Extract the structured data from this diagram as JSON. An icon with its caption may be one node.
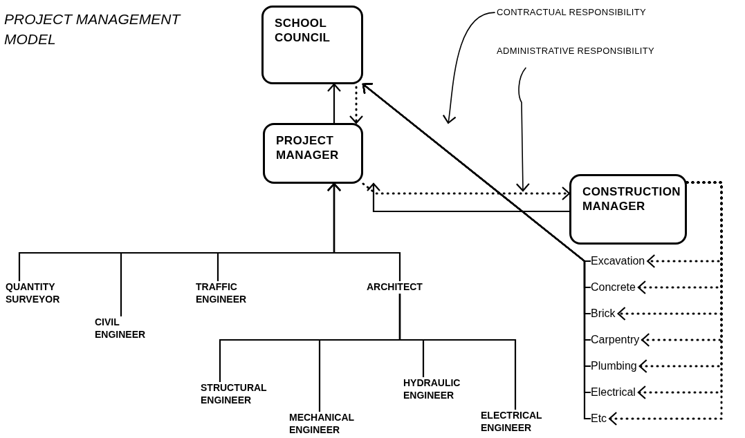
{
  "diagram": {
    "title": "PROJECT MANAGEMENT MODEL",
    "nodes": [
      {
        "text": [
          "SCHOOL COUNCIL"
        ]
      },
      {
        "text": [
          "PROJECT MANAGER"
        ]
      },
      {
        "text": [
          "CONSTRUCTION MANAGER"
        ]
      },
      {
        "text": [
          "QUANTITY SURVEYOR"
        ]
      },
      {
        "text": [
          "CIVIL ENGINEER"
        ]
      },
      {
        "text": [
          "TRAFFIC ENGINEER"
        ]
      },
      {
        "text": [
          "ARCHITECT"
        ]
      },
      {
        "text": [
          "STRUCTURAL ENGINEER"
        ]
      },
      {
        "text": [
          "MECHANICAL ENGINEER"
        ]
      },
      {
        "text": [
          "HYDRAULIC ENGINEER"
        ]
      },
      {
        "text": [
          "ELECTRICAL ENGINEER"
        ]
      },
      {
        "text": [
          "Excavation"
        ]
      },
      {
        "text": [
          "Concrete"
        ]
      },
      {
        "text": [
          "Brick"
        ]
      },
      {
        "text": [
          "Carpentry"
        ]
      },
      {
        "text": [
          "Plumbing"
        ]
      },
      {
        "text": [
          "Electrical"
        ]
      },
      {
        "text": [
          "Etc"
        ]
      },
      {
        "text": [
          "CONTRACTUAL RESPONSIBILITY"
        ]
      },
      {
        "text": [
          "ADMINISTRATIVE RESPONSIBILITY"
        ]
      }
    ],
    "edges": [
      {
        "from": 1,
        "to": 0,
        "arrow": "to"
      },
      {
        "from": 0,
        "to": 1,
        "arrow": "to",
        "style": "dashed"
      },
      {
        "from": 11,
        "to": 0,
        "arrow": "to"
      },
      {
        "from": 12,
        "to": 0,
        "arrow": "to"
      },
      {
        "from": 13,
        "to": 0,
        "arrow": "to"
      },
      {
        "from": 14,
        "to": 0,
        "arrow": "to"
      },
      {
        "from": 15,
        "to": 0,
        "arrow": "to"
      },
      {
        "from": 16,
        "to": 0,
        "arrow": "to"
      },
      {
        "from": 17,
        "to": 0,
        "arrow": "to"
      },
      {
        "from": 2,
        "to": 1,
        "arrow": "to"
      },
      {
        "from": 1,
        "to": 2,
        "arrow": "to",
        "style": "dashed"
      },
      {
        "from": 3,
        "to": 1,
        "arrow": "to"
      },
      {
        "from": 4,
        "to": 1,
        "arrow": "to"
      },
      {
        "from": 5,
        "to": 1,
        "arrow": "to"
      },
      {
        "from": 6,
        "to": 1,
        "arrow": "to"
      },
      {
        "from": 7,
        "to": 6,
        "arrow": "none"
      },
      {
        "from": 8,
        "to": 6,
        "arrow": "none"
      },
      {
        "from": 9,
        "to": 6,
        "arrow": "none"
      },
      {
        "from": 10,
        "to": 6,
        "arrow": "none"
      },
      {
        "from": 2,
        "to": 11,
        "arrow": "to",
        "style": "dashed"
      },
      {
        "from": 2,
        "to": 12,
        "arrow": "to",
        "style": "dashed"
      },
      {
        "from": 2,
        "to": 13,
        "arrow": "to",
        "style": "dashed"
      },
      {
        "from": 2,
        "to": 14,
        "arrow": "to",
        "style": "dashed"
      },
      {
        "from": 2,
        "to": 15,
        "arrow": "to",
        "style": "dashed"
      },
      {
        "from": 2,
        "to": 16,
        "arrow": "to",
        "style": "dashed"
      },
      {
        "from": 2,
        "to": 17,
        "arrow": "to",
        "style": "dashed"
      },
      {
        "from": 18,
        "to": null,
        "arrow": "to"
      },
      {
        "from": 19,
        "to": null,
        "arrow": "to"
      }
    ]
  }
}
